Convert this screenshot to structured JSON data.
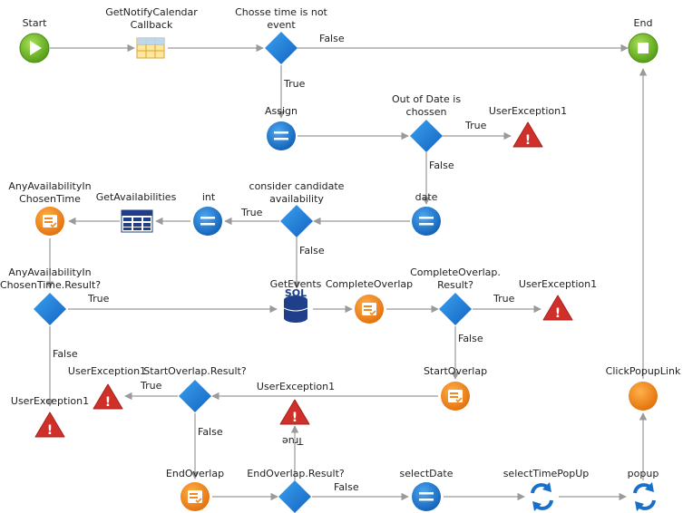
{
  "nodes": {
    "start": {
      "label": "Start",
      "icon": "start-icon"
    },
    "notify_callback": {
      "label": "GetNotifyCalendar\nCallback",
      "icon": "calendar-icon"
    },
    "choose_time": {
      "label": "Chosse time is not\nevent",
      "icon": "decision-icon"
    },
    "end": {
      "label": "End",
      "icon": "end-icon"
    },
    "assign": {
      "label": "Assign",
      "icon": "assign-icon"
    },
    "out_of_date": {
      "label": "Out of Date is\nchossen",
      "icon": "decision-icon"
    },
    "user_exc_1": {
      "label": "UserException1",
      "icon": "exception-icon"
    },
    "date": {
      "label": "date",
      "icon": "assign-icon"
    },
    "consider": {
      "label": "consider candidate\navailability",
      "icon": "decision-icon"
    },
    "int": {
      "label": "int",
      "icon": "assign-icon"
    },
    "get_availabilities": {
      "label": "GetAvailabilities",
      "icon": "aggregate-icon"
    },
    "any_avail": {
      "label": "AnyAvailabilityIn\nChosenTime",
      "icon": "action-icon"
    },
    "any_avail_result": {
      "label": "AnyAvailabilityIn\nChosenTime.Result?",
      "icon": "decision-icon"
    },
    "get_events": {
      "label": "GetEvents",
      "icon": "sql-icon"
    },
    "complete_overlap": {
      "label": "CompleteOverlap",
      "icon": "action-icon"
    },
    "complete_overlap_res": {
      "label": "CompleteOverlap.\nResult?",
      "icon": "decision-icon"
    },
    "user_exc_2": {
      "label": "UserException1",
      "icon": "exception-icon"
    },
    "user_exc_left": {
      "label": "UserException1",
      "icon": "exception-icon"
    },
    "user_exc_mid": {
      "label": "UserException1",
      "icon": "exception-icon"
    },
    "start_overlap_res": {
      "label": "StartOverlap.Result?",
      "icon": "decision-icon"
    },
    "user_exc_3": {
      "label": "UserException1",
      "icon": "exception-icon"
    },
    "start_overlap": {
      "label": "StartOverlap",
      "icon": "action-icon"
    },
    "click_popup": {
      "label": "ClickPopupLink",
      "icon": "orange-circle-icon"
    },
    "end_overlap": {
      "label": "EndOverlap",
      "icon": "action-icon"
    },
    "end_overlap_res": {
      "label": "EndOverlap.Result?",
      "icon": "decision-icon"
    },
    "select_date": {
      "label": "selectDate",
      "icon": "assign-icon"
    },
    "select_time_popup": {
      "label": "selectTimePopUp",
      "icon": "refresh-icon"
    },
    "popup": {
      "label": "popup",
      "icon": "refresh-icon"
    }
  },
  "edge_labels": {
    "choose_false": "False",
    "choose_true": "True",
    "ood_true": "True",
    "ood_false": "False",
    "consider_true": "True",
    "consider_false": "False",
    "any_true": "True",
    "any_false": "False",
    "col_true": "True",
    "col_false": "False",
    "sor_true": "True",
    "sor_false": "False",
    "eor_true": "True",
    "eor_false": "False"
  },
  "colors": {
    "start": "#6fb41e",
    "end": "#6fb41e",
    "decision": "#1e7fd6",
    "assign": "#1a6fc9",
    "action": "#f08a1c",
    "exception": "#d0302a",
    "sql": "#1f3f8a",
    "aggregate": "#1f3f8a",
    "line": "#9a9a9a"
  }
}
